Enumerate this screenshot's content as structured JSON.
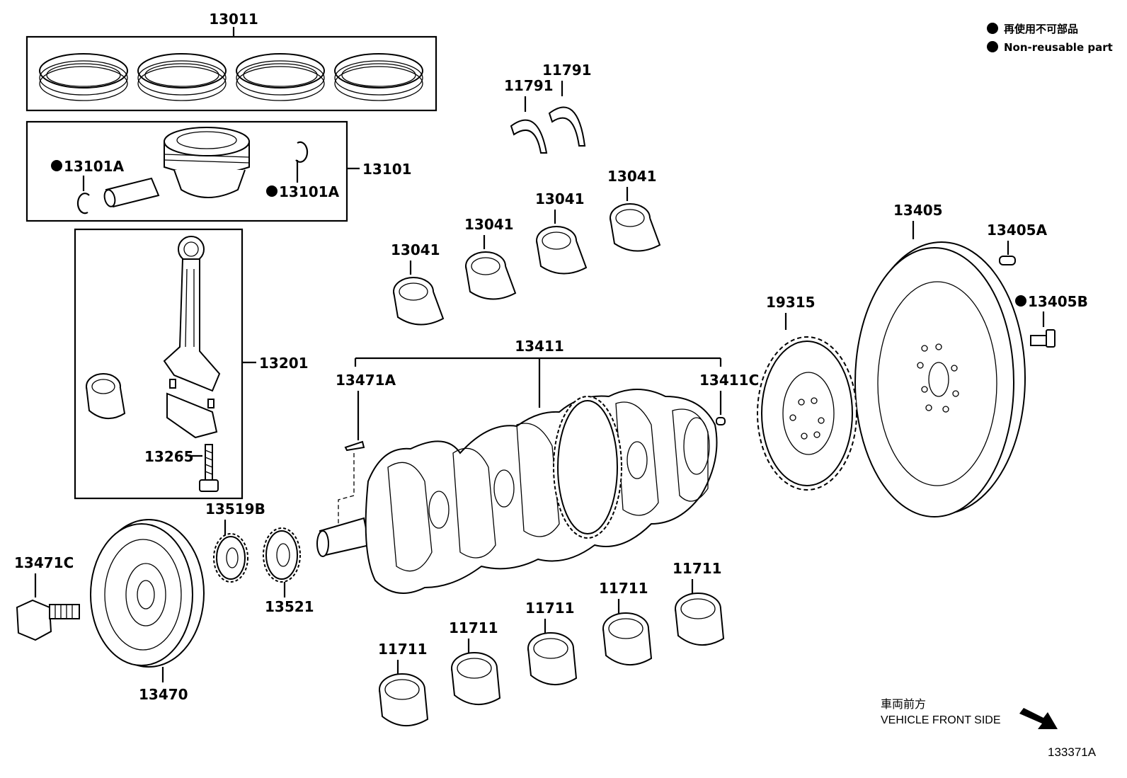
{
  "legend": {
    "jp": "再使用不可部品",
    "en": "Non-reusable part"
  },
  "front_side": {
    "jp": "車両前方",
    "en": "VEHICLE FRONT SIDE"
  },
  "figure_code": "133371A",
  "labels": {
    "p13011": "13011",
    "p13101": "13101",
    "p13101A_left": "13101A",
    "p13101A_right": "13101A",
    "p13201": "13201",
    "p13265": "13265",
    "p11791_a": "11791",
    "p11791_b": "11791",
    "p13041_a": "13041",
    "p13041_b": "13041",
    "p13041_c": "13041",
    "p13041_d": "13041",
    "p13405": "13405",
    "p13405A": "13405A",
    "p13405B": "13405B",
    "p19315": "19315",
    "p13411": "13411",
    "p13471A": "13471A",
    "p13411C": "13411C",
    "p13519B": "13519B",
    "p13521": "13521",
    "p13471C": "13471C",
    "p13470": "13470",
    "p11711_a": "11711",
    "p11711_b": "11711",
    "p11711_c": "11711",
    "p11711_d": "11711",
    "p11711_e": "11711"
  }
}
